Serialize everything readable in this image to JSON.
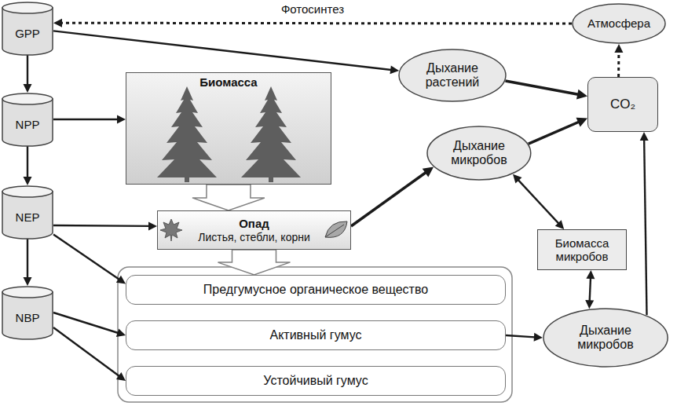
{
  "diagram": {
    "nodes": [
      {
        "text": [
          "GPP"
        ]
      },
      {
        "text": [
          "Атмосфера"
        ]
      },
      {
        "text": [
          "Дыхание растений"
        ]
      },
      {
        "text": [
          "NPP"
        ]
      },
      {
        "text": [
          "Биомасса"
        ]
      },
      {
        "text": [
          "CO₂"
        ]
      },
      {
        "text": [
          "NEP"
        ]
      },
      {
        "text": [
          "Опад",
          "Листья, стебли, корни"
        ]
      },
      {
        "text": [
          "Дыхание микробов"
        ]
      },
      {
        "text": [
          "Биомасса микробов"
        ]
      },
      {
        "text": [
          "NBP"
        ]
      },
      {
        "text": [
          "Предгумусное органическое вещество"
        ]
      },
      {
        "text": [
          "Активный гумус"
        ]
      },
      {
        "text": [
          "Устойчивый гумус"
        ]
      },
      {
        "text": [
          "Дыхание микробов"
        ]
      }
    ],
    "edges": [
      {
        "from": 1,
        "to": 0,
        "arrow": "to",
        "label": "Фотосинтез"
      },
      {
        "from": 0,
        "to": 2,
        "arrow": "to"
      },
      {
        "from": 0,
        "to": 3,
        "arrow": "to"
      },
      {
        "from": 3,
        "to": 4,
        "arrow": "to"
      },
      {
        "from": 3,
        "to": 6,
        "arrow": "to"
      },
      {
        "from": 4,
        "to": 7,
        "arrow": "to"
      },
      {
        "from": 2,
        "to": 5,
        "arrow": "to"
      },
      {
        "from": 5,
        "to": 1,
        "arrow": "to"
      },
      {
        "from": 6,
        "to": 7,
        "arrow": "to"
      },
      {
        "from": 6,
        "to": 11,
        "arrow": "to"
      },
      {
        "from": 6,
        "to": 10,
        "arrow": "to"
      },
      {
        "from": 7,
        "to": 8,
        "arrow": "to"
      },
      {
        "from": 7,
        "to": 11,
        "arrow": "to"
      },
      {
        "from": 8,
        "to": 5,
        "arrow": "to"
      },
      {
        "from": 8,
        "to": 9,
        "arrow": "both"
      },
      {
        "from": 9,
        "to": 14,
        "arrow": "both"
      },
      {
        "from": 14,
        "to": 5,
        "arrow": "to"
      },
      {
        "from": 12,
        "to": 14,
        "arrow": "to"
      },
      {
        "from": 10,
        "to": 12,
        "arrow": "to"
      },
      {
        "from": 10,
        "to": 13,
        "arrow": "to"
      }
    ]
  }
}
